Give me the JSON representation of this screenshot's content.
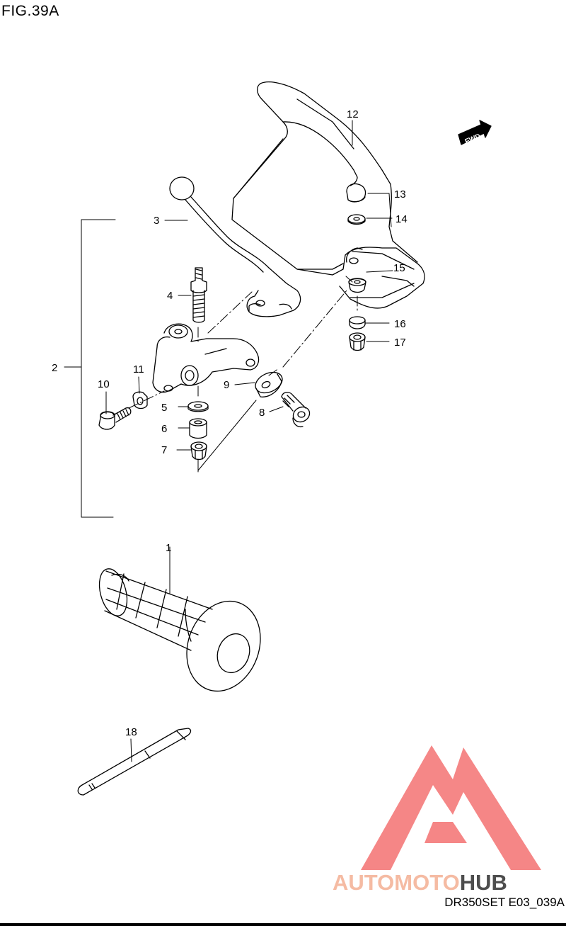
{
  "figure": {
    "title": "FIG.39A",
    "code": "DR350SET E03_039A",
    "fwd_label": "FWD"
  },
  "callouts": [
    {
      "num": "1",
      "part": "grip"
    },
    {
      "num": "2",
      "part": "lever-assembly"
    },
    {
      "num": "3",
      "part": "lever"
    },
    {
      "num": "4",
      "part": "stud-bolt"
    },
    {
      "num": "5",
      "part": "washer"
    },
    {
      "num": "6",
      "part": "spacer"
    },
    {
      "num": "7",
      "part": "nut"
    },
    {
      "num": "8",
      "part": "adjuster"
    },
    {
      "num": "9",
      "part": "lock-nut"
    },
    {
      "num": "10",
      "part": "bolt"
    },
    {
      "num": "11",
      "part": "nut"
    },
    {
      "num": "12",
      "part": "knuckle-cover"
    },
    {
      "num": "13",
      "part": "cap"
    },
    {
      "num": "14",
      "part": "washer"
    },
    {
      "num": "15",
      "part": "collar"
    },
    {
      "num": "16",
      "part": "washer"
    },
    {
      "num": "17",
      "part": "nut"
    },
    {
      "num": "18",
      "part": "strap"
    }
  ],
  "watermark": {
    "word1": "AUTOMOTO",
    "word2": "HUB",
    "color_light": "#f4b49a",
    "color_red": "#f07070",
    "color_dark": "#3a3a3a",
    "triangle_color": "#f47a7a"
  }
}
